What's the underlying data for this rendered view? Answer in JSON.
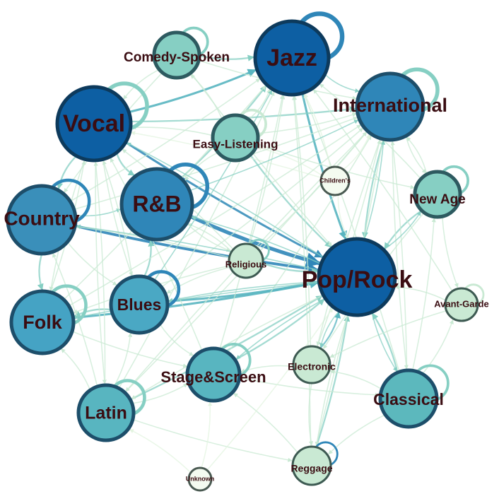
{
  "graph": {
    "nodes": [
      {
        "id": "jazz",
        "label": "Jazz",
        "fill": "#0d5fa3",
        "stroke": "#0d3a5c"
      },
      {
        "id": "vocal",
        "label": "Vocal",
        "fill": "#0d5fa3",
        "stroke": "#0d3a5c"
      },
      {
        "id": "international",
        "label": "International",
        "fill": "#2f86b8",
        "stroke": "#1d4e6a"
      },
      {
        "id": "pop-rock",
        "label": "Pop/Rock",
        "fill": "#0d5fa3",
        "stroke": "#0d3a5c"
      },
      {
        "id": "rnb",
        "label": "R&B",
        "fill": "#2f86b8",
        "stroke": "#1d4e6a"
      },
      {
        "id": "country",
        "label": "Country",
        "fill": "#3a8fba",
        "stroke": "#1d4e6a"
      },
      {
        "id": "folk",
        "label": "Folk",
        "fill": "#45a3c4",
        "stroke": "#1d4e6a"
      },
      {
        "id": "blues",
        "label": "Blues",
        "fill": "#4aa8c4",
        "stroke": "#1d4e6a"
      },
      {
        "id": "latin",
        "label": "Latin",
        "fill": "#58b5c0",
        "stroke": "#1d4e6a"
      },
      {
        "id": "stage-screen",
        "label": "Stage&Screen",
        "fill": "#58b5c0",
        "stroke": "#1d4e6a"
      },
      {
        "id": "classical",
        "label": "Classical",
        "fill": "#5cb8bd",
        "stroke": "#1d4e6a"
      },
      {
        "id": "comedy-spoken",
        "label": "Comedy-Spoken",
        "fill": "#86cfc3",
        "stroke": "#2d5a60"
      },
      {
        "id": "easy-listening",
        "label": "Easy-Listening",
        "fill": "#86cfc3",
        "stroke": "#2d5a60"
      },
      {
        "id": "new-age",
        "label": "New Age",
        "fill": "#86cfc3",
        "stroke": "#2d5a60"
      },
      {
        "id": "religious",
        "label": "Religious",
        "fill": "#c9e9d3",
        "stroke": "#3d5a52"
      },
      {
        "id": "avant-garde",
        "label": "Avant-Garde",
        "fill": "#c9e9d3",
        "stroke": "#3d5a52"
      },
      {
        "id": "electronic",
        "label": "Electronic",
        "fill": "#c9e9d3",
        "stroke": "#3d5a52"
      },
      {
        "id": "reggage",
        "label": "Reggage",
        "fill": "#c9e9d3",
        "stroke": "#3d5a52"
      },
      {
        "id": "childrens",
        "label": "Children's",
        "fill": "#f4fbf0",
        "stroke": "#4a5a52"
      },
      {
        "id": "unknown",
        "label": "Unknown",
        "fill": "#f4fbf0",
        "stroke": "#4a5a52"
      }
    ],
    "self_loops": [
      {
        "node": "jazz",
        "color": "#2f86b8",
        "weight": 6
      },
      {
        "node": "vocal",
        "color": "#86cfc3",
        "weight": 5
      },
      {
        "node": "international",
        "color": "#86cfc3",
        "weight": 5
      },
      {
        "node": "rnb",
        "color": "#2f86b8",
        "weight": 5
      },
      {
        "node": "country",
        "color": "#2f86b8",
        "weight": 4
      },
      {
        "node": "folk",
        "color": "#86cfc3",
        "weight": 4
      },
      {
        "node": "blues",
        "color": "#2f86b8",
        "weight": 4
      },
      {
        "node": "latin",
        "color": "#86cfc3",
        "weight": 4
      },
      {
        "node": "stage-screen",
        "color": "#86cfc3",
        "weight": 3
      },
      {
        "node": "classical",
        "color": "#86cfc3",
        "weight": 3
      },
      {
        "node": "comedy-spoken",
        "color": "#86cfc3",
        "weight": 3
      },
      {
        "node": "easy-listening",
        "color": "#c9e9d3",
        "weight": 3
      },
      {
        "node": "new-age",
        "color": "#86cfc3",
        "weight": 3
      },
      {
        "node": "religious",
        "color": "#86cfc3",
        "weight": 2
      },
      {
        "node": "avant-garde",
        "color": "#c9e9d3",
        "weight": 2
      },
      {
        "node": "reggage",
        "color": "#2f86b8",
        "weight": 2
      }
    ],
    "edges": [
      [
        "rnb",
        "pop-rock",
        6,
        "#2f86b8"
      ],
      [
        "country",
        "pop-rock",
        4,
        "#2f86b8"
      ],
      [
        "vocal",
        "pop-rock",
        3,
        "#3a8fba"
      ],
      [
        "vocal",
        "jazz",
        3,
        "#58b5c0"
      ],
      [
        "jazz",
        "pop-rock",
        3,
        "#58b5c0"
      ],
      [
        "blues",
        "pop-rock",
        3,
        "#58b5c0"
      ],
      [
        "folk",
        "pop-rock",
        3,
        "#58b5c0"
      ],
      [
        "international",
        "pop-rock",
        2,
        "#86cfc3"
      ],
      [
        "rnb",
        "jazz",
        2,
        "#86cfc3"
      ],
      [
        "country",
        "folk",
        2,
        "#86cfc3"
      ],
      [
        "vocal",
        "rnb",
        2,
        "#86cfc3"
      ],
      [
        "vocal",
        "country",
        2,
        "#86cfc3"
      ],
      [
        "vocal",
        "international",
        2,
        "#86cfc3"
      ],
      [
        "latin",
        "pop-rock",
        2,
        "#86cfc3"
      ],
      [
        "stage-screen",
        "pop-rock",
        2,
        "#86cfc3"
      ],
      [
        "electronic",
        "pop-rock",
        2,
        "#58b5c0"
      ],
      [
        "classical",
        "pop-rock",
        2,
        "#86cfc3"
      ],
      [
        "new-age",
        "pop-rock",
        2,
        "#86cfc3"
      ],
      [
        "reggage",
        "pop-rock",
        2,
        "#86cfc3"
      ],
      [
        "easy-listening",
        "pop-rock",
        2,
        "#86cfc3"
      ],
      [
        "comedy-spoken",
        "jazz",
        2,
        "#86cfc3"
      ],
      [
        "religious",
        "pop-rock",
        2,
        "#86cfc3"
      ],
      [
        "blues",
        "folk",
        2,
        "#86cfc3"
      ],
      [
        "blues",
        "rnb",
        2,
        "#86cfc3"
      ],
      [
        "latin",
        "blues",
        1,
        "#c9e9d3"
      ],
      [
        "latin",
        "stage-screen",
        1,
        "#c9e9d3"
      ],
      [
        "latin",
        "jazz",
        1,
        "#c9e9d3"
      ],
      [
        "latin",
        "international",
        1,
        "#c9e9d3"
      ],
      [
        "latin",
        "reggage",
        1,
        "#c9e9d3"
      ],
      [
        "latin",
        "folk",
        1,
        "#c9e9d3"
      ],
      [
        "latin",
        "country",
        1,
        "#c9e9d3"
      ],
      [
        "latin",
        "vocal",
        1,
        "#c9e9d3"
      ],
      [
        "stage-screen",
        "jazz",
        1,
        "#c9e9d3"
      ],
      [
        "stage-screen",
        "vocal",
        1,
        "#c9e9d3"
      ],
      [
        "stage-screen",
        "international",
        1,
        "#c9e9d3"
      ],
      [
        "stage-screen",
        "classical",
        1,
        "#c9e9d3"
      ],
      [
        "classical",
        "international",
        1,
        "#c9e9d3"
      ],
      [
        "classical",
        "jazz",
        1,
        "#c9e9d3"
      ],
      [
        "classical",
        "new-age",
        1,
        "#c9e9d3"
      ],
      [
        "classical",
        "avant-garde",
        1,
        "#c9e9d3"
      ],
      [
        "classical",
        "electronic",
        1,
        "#c9e9d3"
      ],
      [
        "classical",
        "reggage",
        1,
        "#c9e9d3"
      ],
      [
        "new-age",
        "international",
        1,
        "#c9e9d3"
      ],
      [
        "new-age",
        "jazz",
        1,
        "#c9e9d3"
      ],
      [
        "new-age",
        "electronic",
        1,
        "#c9e9d3"
      ],
      [
        "new-age",
        "avant-garde",
        1,
        "#c9e9d3"
      ],
      [
        "avant-garde",
        "pop-rock",
        1,
        "#c9e9d3"
      ],
      [
        "avant-garde",
        "jazz",
        1,
        "#c9e9d3"
      ],
      [
        "avant-garde",
        "electronic",
        1,
        "#c9e9d3"
      ],
      [
        "electronic",
        "jazz",
        1,
        "#c9e9d3"
      ],
      [
        "electronic",
        "reggage",
        1,
        "#c9e9d3"
      ],
      [
        "electronic",
        "stage-screen",
        1,
        "#c9e9d3"
      ],
      [
        "electronic",
        "international",
        1,
        "#c9e9d3"
      ],
      [
        "reggage",
        "jazz",
        1,
        "#c9e9d3"
      ],
      [
        "reggage",
        "international",
        1,
        "#c9e9d3"
      ],
      [
        "reggage",
        "stage-screen",
        1,
        "#c9e9d3"
      ],
      [
        "unknown",
        "pop-rock",
        1,
        "#e3f4e0"
      ],
      [
        "unknown",
        "latin",
        1,
        "#e3f4e0"
      ],
      [
        "unknown",
        "stage-screen",
        1,
        "#e3f4e0"
      ],
      [
        "childrens",
        "pop-rock",
        1,
        "#e3f4e0"
      ],
      [
        "childrens",
        "jazz",
        1,
        "#e3f4e0"
      ],
      [
        "childrens",
        "international",
        1,
        "#e3f4e0"
      ],
      [
        "childrens",
        "vocal",
        1,
        "#e3f4e0"
      ],
      [
        "childrens",
        "easy-listening",
        1,
        "#e3f4e0"
      ],
      [
        "religious",
        "jazz",
        1,
        "#c9e9d3"
      ],
      [
        "religious",
        "country",
        1,
        "#c9e9d3"
      ],
      [
        "religious",
        "vocal",
        1,
        "#c9e9d3"
      ],
      [
        "religious",
        "rnb",
        1,
        "#c9e9d3"
      ],
      [
        "religious",
        "blues",
        1,
        "#c9e9d3"
      ],
      [
        "religious",
        "international",
        1,
        "#c9e9d3"
      ],
      [
        "religious",
        "folk",
        1,
        "#c9e9d3"
      ],
      [
        "easy-listening",
        "jazz",
        1,
        "#c9e9d3"
      ],
      [
        "easy-listening",
        "vocal",
        1,
        "#c9e9d3"
      ],
      [
        "easy-listening",
        "international",
        1,
        "#c9e9d3"
      ],
      [
        "easy-listening",
        "comedy-spoken",
        1,
        "#c9e9d3"
      ],
      [
        "easy-listening",
        "rnb",
        1,
        "#c9e9d3"
      ],
      [
        "easy-listening",
        "new-age",
        1,
        "#c9e9d3"
      ],
      [
        "comedy-spoken",
        "vocal",
        1,
        "#c9e9d3"
      ],
      [
        "comedy-spoken",
        "pop-rock",
        1,
        "#c9e9d3"
      ],
      [
        "comedy-spoken",
        "international",
        1,
        "#c9e9d3"
      ],
      [
        "comedy-spoken",
        "country",
        1,
        "#c9e9d3"
      ],
      [
        "country",
        "jazz",
        1,
        "#c9e9d3"
      ],
      [
        "country",
        "rnb",
        1,
        "#86cfc3"
      ],
      [
        "country",
        "blues",
        1,
        "#c9e9d3"
      ],
      [
        "country",
        "international",
        1,
        "#c9e9d3"
      ],
      [
        "folk",
        "jazz",
        1,
        "#c9e9d3"
      ],
      [
        "folk",
        "vocal",
        1,
        "#c9e9d3"
      ],
      [
        "folk",
        "international",
        1,
        "#c9e9d3"
      ],
      [
        "folk",
        "stage-screen",
        1,
        "#c9e9d3"
      ],
      [
        "blues",
        "jazz",
        1,
        "#86cfc3"
      ],
      [
        "blues",
        "vocal",
        1,
        "#c9e9d3"
      ],
      [
        "blues",
        "international",
        1,
        "#c9e9d3"
      ],
      [
        "blues",
        "stage-screen",
        1,
        "#c9e9d3"
      ],
      [
        "rnb",
        "international",
        1,
        "#86cfc3"
      ],
      [
        "rnb",
        "religious",
        1,
        "#c9e9d3"
      ],
      [
        "jazz",
        "international",
        1,
        "#86cfc3"
      ],
      [
        "vocal",
        "latin",
        1,
        "#c9e9d3"
      ],
      [
        "vocal",
        "blues",
        1,
        "#c9e9d3"
      ],
      [
        "vocal",
        "folk",
        1,
        "#c9e9d3"
      ],
      [
        "international",
        "new-age",
        1,
        "#c9e9d3"
      ],
      [
        "international",
        "classical",
        1,
        "#c9e9d3"
      ],
      [
        "international",
        "latin",
        1,
        "#c9e9d3"
      ],
      [
        "international",
        "electronic",
        1,
        "#c9e9d3"
      ],
      [
        "pop-rock",
        "blues",
        1,
        "#86cfc3"
      ],
      [
        "pop-rock",
        "country",
        1,
        "#86cfc3"
      ],
      [
        "pop-rock",
        "folk",
        1,
        "#86cfc3"
      ],
      [
        "pop-rock",
        "latin",
        1,
        "#c9e9d3"
      ],
      [
        "pop-rock",
        "classical",
        1,
        "#86cfc3"
      ],
      [
        "pop-rock",
        "stage-screen",
        1,
        "#86cfc3"
      ],
      [
        "pop-rock",
        "electronic",
        1,
        "#86cfc3"
      ],
      [
        "pop-rock",
        "reggage",
        1,
        "#c9e9d3"
      ],
      [
        "pop-rock",
        "new-age",
        1,
        "#86cfc3"
      ],
      [
        "pop-rock",
        "international",
        1,
        "#86cfc3"
      ],
      [
        "pop-rock",
        "vocal",
        1,
        "#86cfc3"
      ],
      [
        "pop-rock",
        "rnb",
        1,
        "#86cfc3"
      ]
    ]
  }
}
